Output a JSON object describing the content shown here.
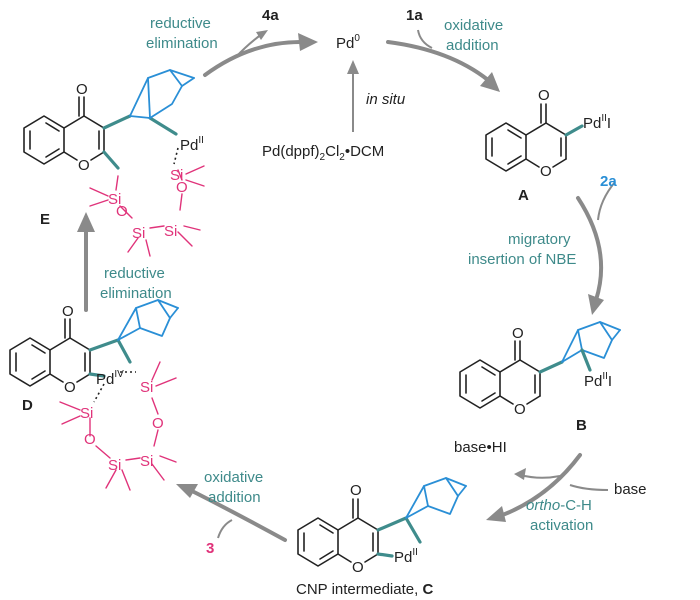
{
  "center": {
    "pd0": "Pd",
    "pd0_sup": "0",
    "precatalyst": "Pd(dppf)",
    "precatalyst_sub": "2",
    "precatalyst_rest": "Cl",
    "precatalyst_sub2": "2",
    "precatalyst_tail": "•DCM",
    "in_situ": "in situ"
  },
  "labels": {
    "reactant_1a": "1a",
    "reactant_2a": "2a",
    "reactant_3": "3",
    "product_4a": "4a",
    "base_hi": "base•HI",
    "base": "base"
  },
  "steps": {
    "oxidative_addition_top_1": "oxidative",
    "oxidative_addition_top_2": "addition",
    "migratory_1": "migratory",
    "migratory_2": "insertion of NBE",
    "ortho_ch_1_ital": "ortho",
    "ortho_ch_1_rest": "-C-H",
    "ortho_ch_2": "activation",
    "oxidative_addition_bot_1": "oxidative",
    "oxidative_addition_bot_2": "addition",
    "reductive_left_1": "reductive",
    "reductive_left_2": "elimination",
    "reductive_top_1": "reductive",
    "reductive_top_2": "elimination"
  },
  "intermediates": {
    "A": "A",
    "B": "B",
    "C": "C",
    "C_prefix": "CNP intermediate, ",
    "D": "D",
    "E": "E"
  },
  "atoms": {
    "oxygen": "O",
    "pd": "Pd",
    "pd_II": "II",
    "pd_IV": "IV",
    "iodine": "I",
    "si": "Si"
  }
}
